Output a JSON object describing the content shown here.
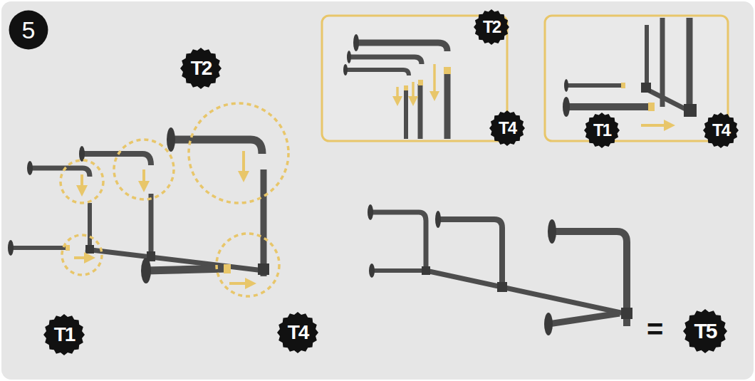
{
  "diagram": {
    "nodes": [
      {
        "text": [
          "5"
        ]
      },
      {
        "text": [
          "T2"
        ]
      },
      {
        "text": [
          "T2"
        ]
      },
      {
        "text": [
          "T4"
        ]
      },
      {
        "text": [
          "T1"
        ]
      },
      {
        "text": [
          "T4"
        ]
      },
      {
        "text": [
          "T1"
        ]
      },
      {
        "text": [
          "T4"
        ]
      },
      {
        "text": [
          "T5"
        ]
      }
    ],
    "labels": [
      "="
    ]
  }
}
